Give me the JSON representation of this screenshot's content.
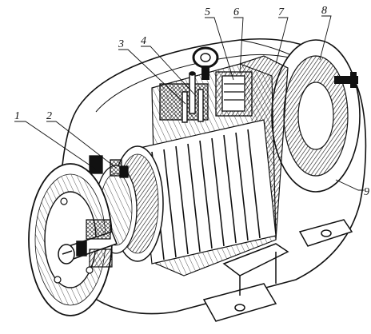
{
  "figure": {
    "subject": "electric motor cutaway illustration",
    "style": "black-and-white technical line drawing",
    "colors": {
      "ink": "#111111",
      "paper": "#ffffff"
    }
  },
  "callouts": [
    {
      "id": "1",
      "text": "1"
    },
    {
      "id": "2",
      "text": "2"
    },
    {
      "id": "3",
      "text": "3"
    },
    {
      "id": "4",
      "text": "4"
    },
    {
      "id": "5",
      "text": "5"
    },
    {
      "id": "6",
      "text": "6"
    },
    {
      "id": "7",
      "text": "7"
    },
    {
      "id": "8",
      "text": "8"
    },
    {
      "id": "9",
      "text": "9"
    }
  ]
}
